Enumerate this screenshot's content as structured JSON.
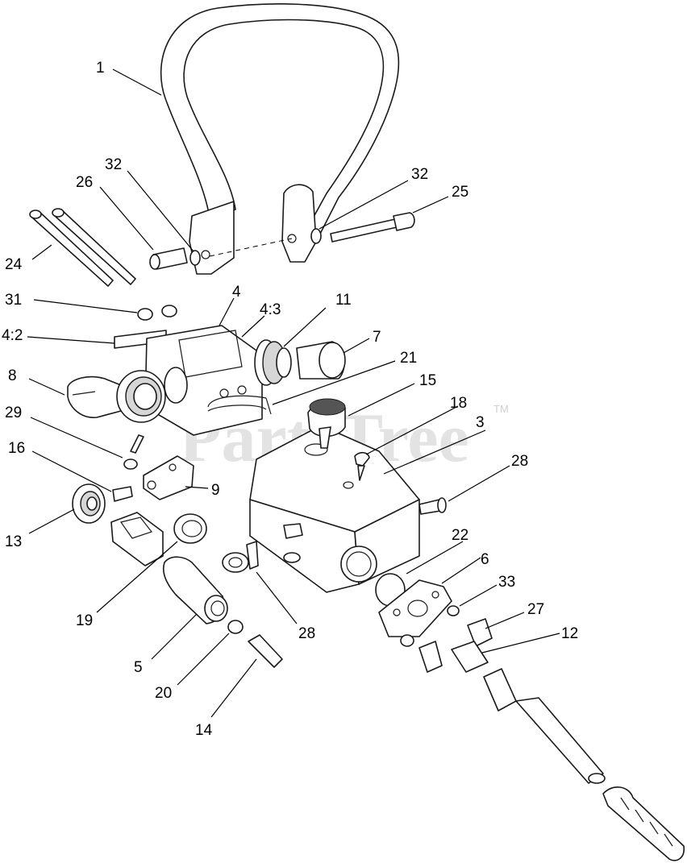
{
  "watermark": {
    "text": "PartsTree",
    "trademark": "TM"
  },
  "callouts": {
    "c1": "1",
    "c32a": "32",
    "c26": "26",
    "c32b": "32",
    "c25": "25",
    "c24": "24",
    "c31": "31",
    "c4": "4",
    "c4_3": "4:3",
    "c11": "11",
    "c4_2": "4:2",
    "c7": "7",
    "c8": "8",
    "c21": "21",
    "c15": "15",
    "c29": "29",
    "c18": "18",
    "c3": "3",
    "c16": "16",
    "c28a": "28",
    "c9": "9",
    "c13": "13",
    "c22": "22",
    "c6": "6",
    "c33": "33",
    "c27": "27",
    "c19": "19",
    "c28b": "28",
    "c12": "12",
    "c5": "5",
    "c20": "20",
    "c14": "14"
  }
}
